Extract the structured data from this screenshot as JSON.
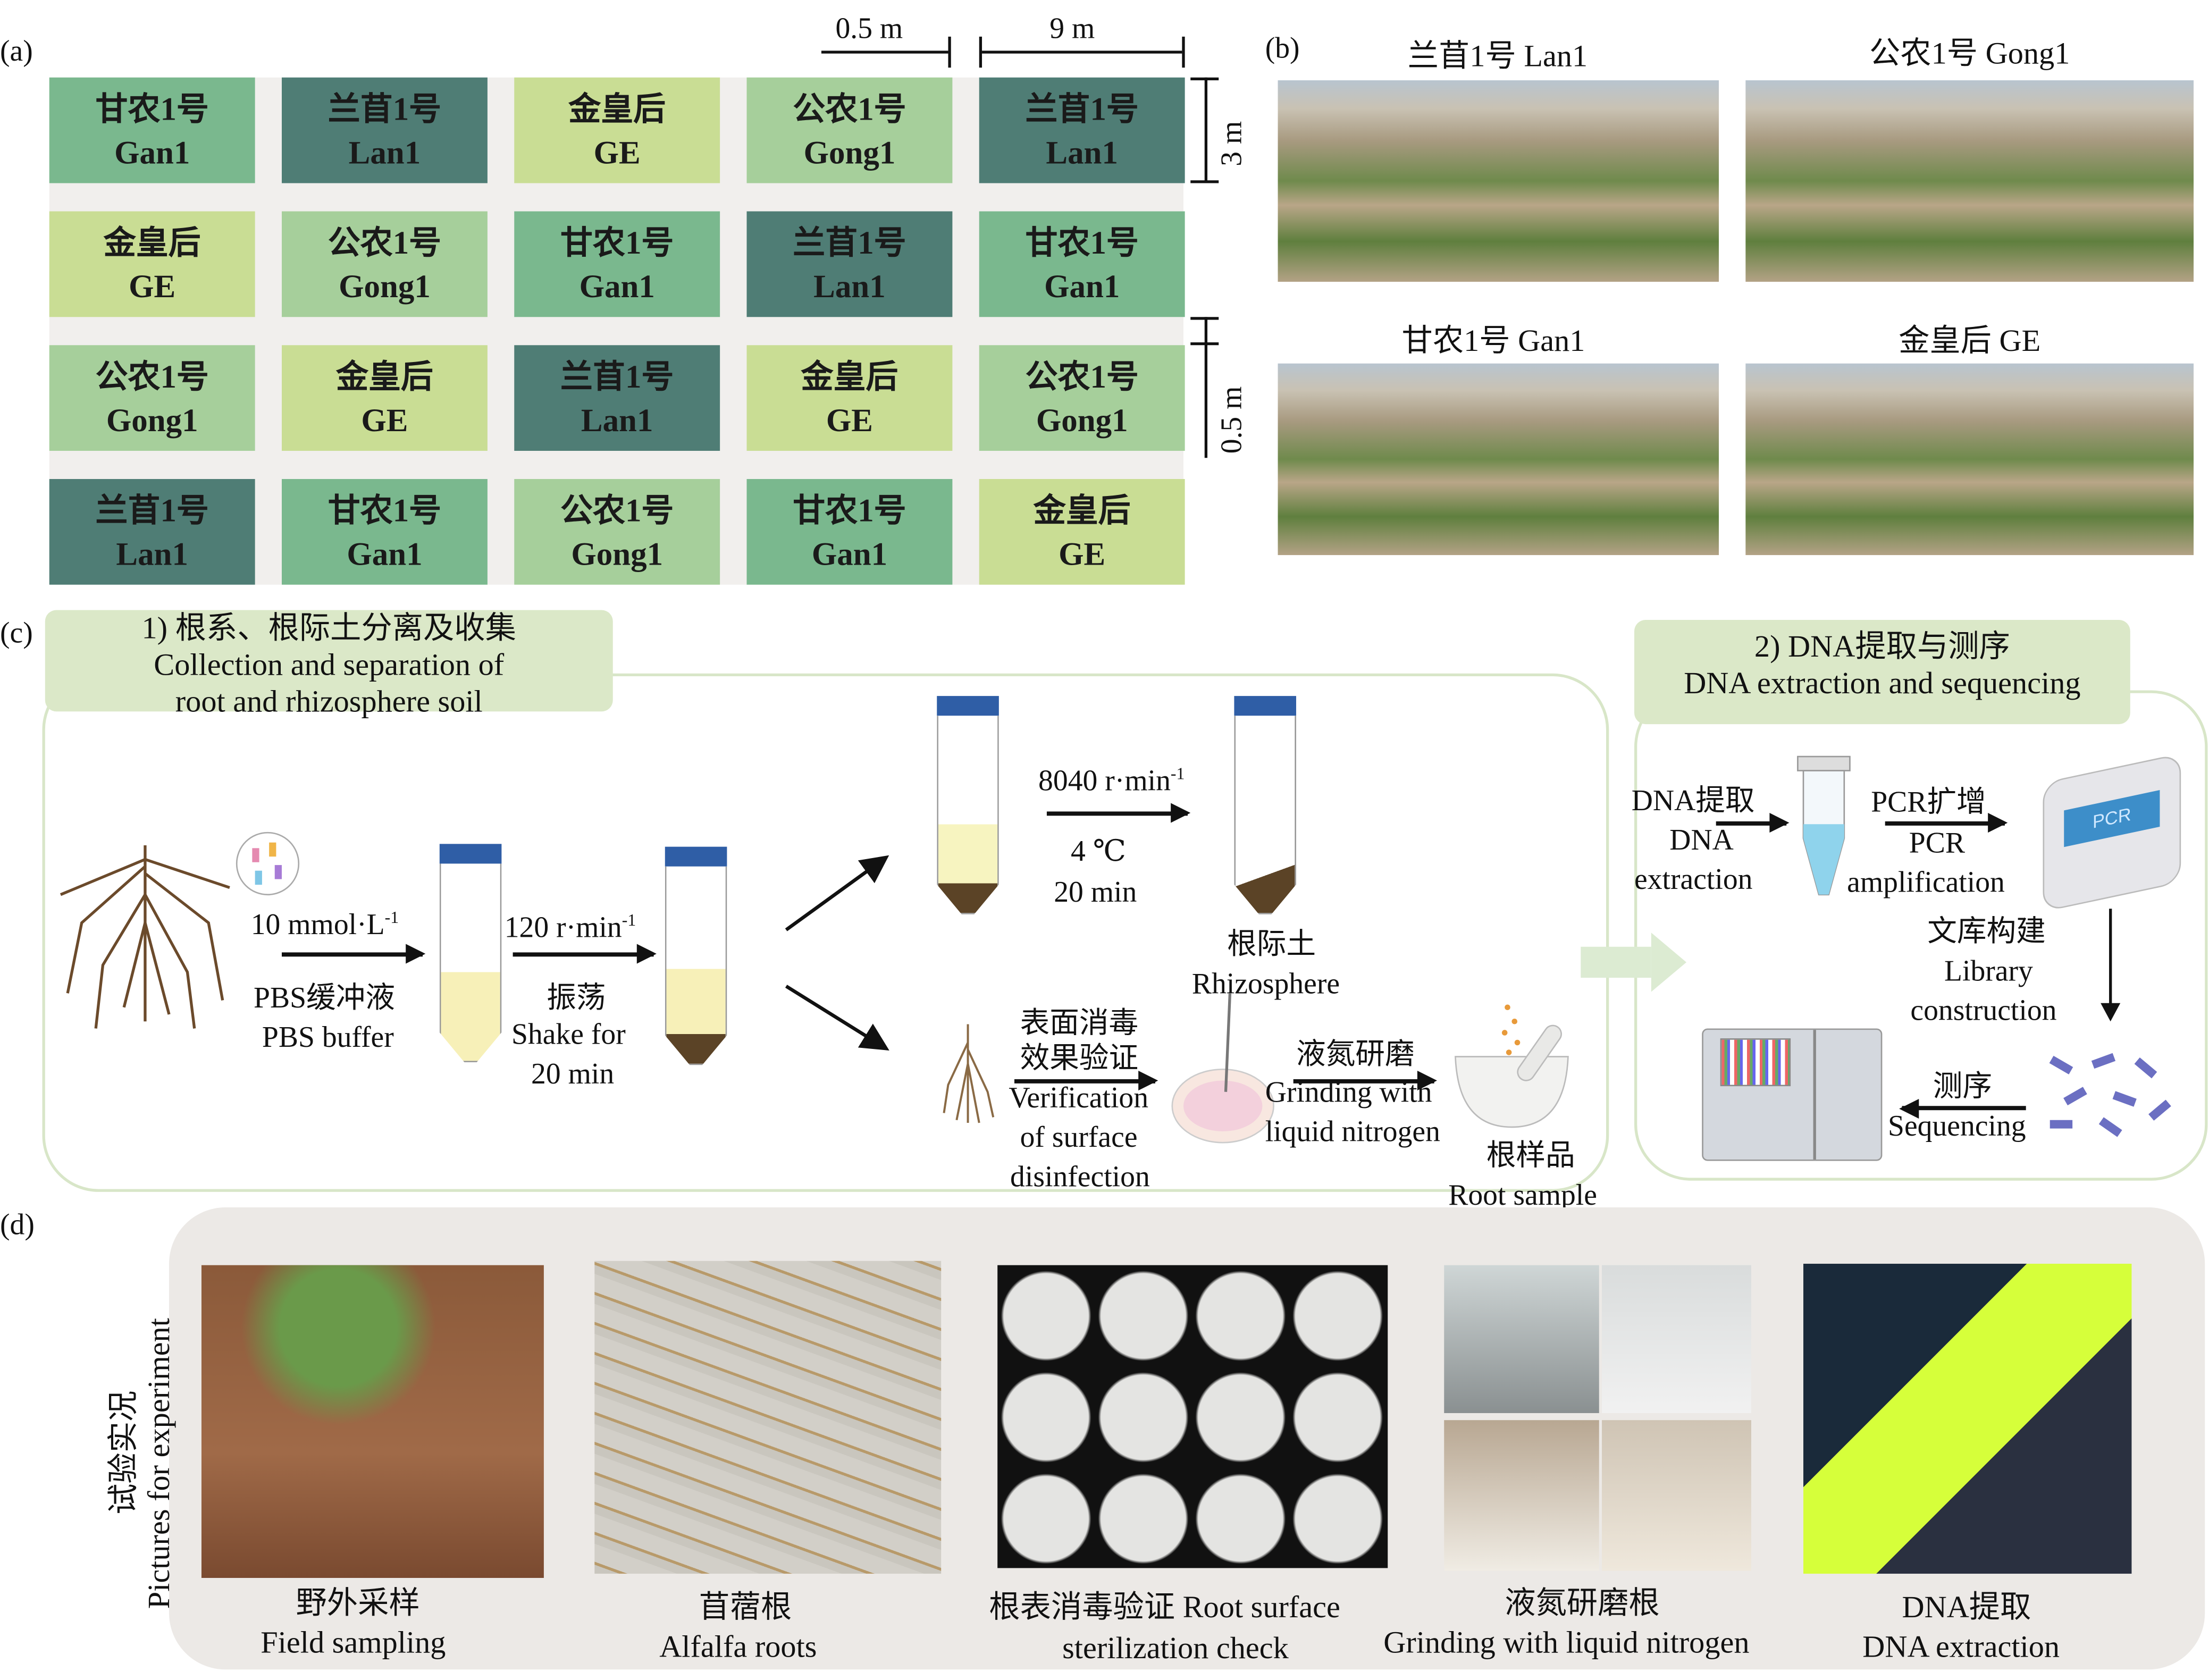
{
  "panel_labels": {
    "a": "(a)",
    "b": "(b)",
    "c": "(c)",
    "d": "(d)"
  },
  "panel_a": {
    "dims": {
      "gap_h": "0.5 m",
      "length": "9 m",
      "width": "3 m",
      "gap_v": "0.5 m"
    },
    "colors": {
      "Gan1": "#7ab88e",
      "Lan1": "#4f7d75",
      "GE": "#c9dd94",
      "Gong1": "#a6cf9b"
    },
    "rows": [
      [
        {
          "cn": "甘农1号",
          "en": "Gan1"
        },
        {
          "cn": "兰苜1号",
          "en": "Lan1"
        },
        {
          "cn": "金皇后",
          "en": "GE"
        },
        {
          "cn": "公农1号",
          "en": "Gong1"
        },
        {
          "cn": "兰苜1号",
          "en": "Lan1"
        }
      ],
      [
        {
          "cn": "金皇后",
          "en": "GE"
        },
        {
          "cn": "公农1号",
          "en": "Gong1"
        },
        {
          "cn": "甘农1号",
          "en": "Gan1"
        },
        {
          "cn": "兰苜1号",
          "en": "Lan1"
        },
        {
          "cn": "甘农1号",
          "en": "Gan1"
        }
      ],
      [
        {
          "cn": "公农1号",
          "en": "Gong1"
        },
        {
          "cn": "金皇后",
          "en": "GE"
        },
        {
          "cn": "兰苜1号",
          "en": "Lan1"
        },
        {
          "cn": "金皇后",
          "en": "GE"
        },
        {
          "cn": "公农1号",
          "en": "Gong1"
        }
      ],
      [
        {
          "cn": "兰苜1号",
          "en": "Lan1"
        },
        {
          "cn": "甘农1号",
          "en": "Gan1"
        },
        {
          "cn": "公农1号",
          "en": "Gong1"
        },
        {
          "cn": "甘农1号",
          "en": "Gan1"
        },
        {
          "cn": "金皇后",
          "en": "GE"
        }
      ]
    ]
  },
  "panel_b": {
    "photos": [
      "兰苜1号 Lan1",
      "公农1号 Gong1",
      "甘农1号 Gan1",
      "金皇后 GE"
    ]
  },
  "panel_c": {
    "section1": {
      "cn": "1) 根系、根际土分离及收集",
      "en1": "Collection and separation of",
      "en2": "root and rhizosphere soil"
    },
    "section2": {
      "cn": "2) DNA提取与测序",
      "en": "DNA extraction and sequencing"
    },
    "pbs": {
      "conc": "10 mmol·L",
      "exp": "-1",
      "cn": "PBS缓冲液",
      "en": "PBS buffer"
    },
    "shake": {
      "speed": "120 r·min",
      "exp": "-1",
      "cn": "振荡",
      "en1": "Shake for",
      "en2": "20 min"
    },
    "centrifuge": {
      "speed": "8040 r·min",
      "exp": "-1",
      "temp": "4 ℃",
      "time": "20 min"
    },
    "rhizosphere": {
      "cn": "根际土",
      "en": "Rhizosphere"
    },
    "disinfection": {
      "cn1": "表面消毒",
      "cn2": "效果验证",
      "en1": "Verification",
      "en2": "of surface",
      "en3": "disinfection"
    },
    "grinding": {
      "cn": "液氮研磨",
      "en1": "Grinding with",
      "en2": "liquid nitrogen"
    },
    "root_sample": {
      "cn": "根样品",
      "en": "Root sample"
    },
    "dna": {
      "cn": "DNA提取",
      "en1": "DNA",
      "en2": "extraction"
    },
    "pcr": {
      "cn": "PCR扩增",
      "en1": "PCR",
      "en2": "amplification",
      "device": "PCR"
    },
    "library": {
      "cn": "文库构建",
      "en1": "Library",
      "en2": "construction"
    },
    "sequencing": {
      "cn": "测序",
      "en": "Sequencing"
    }
  },
  "panel_d": {
    "side_cn": "试验实况",
    "side_en": "Pictures for experiment",
    "items": [
      {
        "cn": "野外采样",
        "en": "Field sampling"
      },
      {
        "cn": "苜蓿根",
        "en": "Alfalfa roots"
      },
      {
        "cn": "根表消毒验证 Root surface",
        "en": "sterilization check"
      },
      {
        "cn": "液氮研磨根",
        "en": "Grinding with liquid nitrogen"
      },
      {
        "cn": "DNA提取",
        "en": "DNA extraction"
      }
    ]
  }
}
